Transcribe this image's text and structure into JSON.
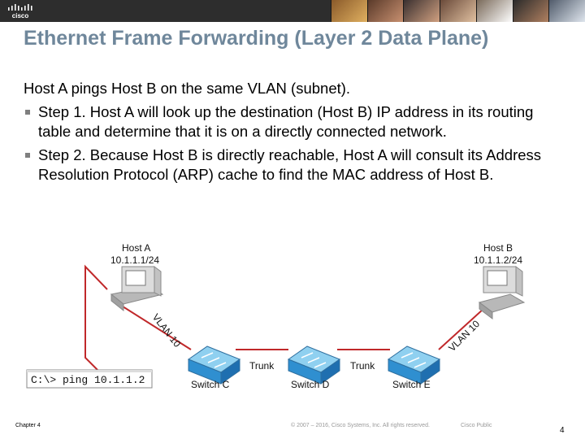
{
  "header": {
    "logo_text": "cisco"
  },
  "title": "Ethernet Frame Forwarding (Layer 2 Data Plane)",
  "intro": "Host A pings Host B on the same VLAN (subnet).",
  "bullets": [
    "Step 1. Host A will look up the destination (Host B) IP address in its routing table and determine that it is on a directly connected network.",
    "Step 2. Because Host B is directly reachable, Host A will consult its Address Resolution Protocol (ARP) cache to find the MAC address of Host B."
  ],
  "diagram": {
    "host_a": {
      "name": "Host A",
      "ip": "10.1.1.1/24"
    },
    "host_b": {
      "name": "Host B",
      "ip": "10.1.1.2/24"
    },
    "switches": [
      "Switch C",
      "Switch D",
      "Switch E"
    ],
    "trunk_labels": [
      "Trunk",
      "Trunk"
    ],
    "vlan_labels": [
      "VLAN 10",
      "VLAN 10"
    ],
    "command": "C:\\> ping 10.1.1.2",
    "colors": {
      "switch": "#2f8fd0",
      "switch_top": "#8fd0f0",
      "cable": "#c0282a",
      "pc": "#d6d6d6"
    }
  },
  "footer": {
    "chapter": "Chapter 4",
    "copyright": "© 2007 – 2016, Cisco Systems, Inc. All rights reserved.",
    "classification": "Cisco Public",
    "page": "4"
  }
}
